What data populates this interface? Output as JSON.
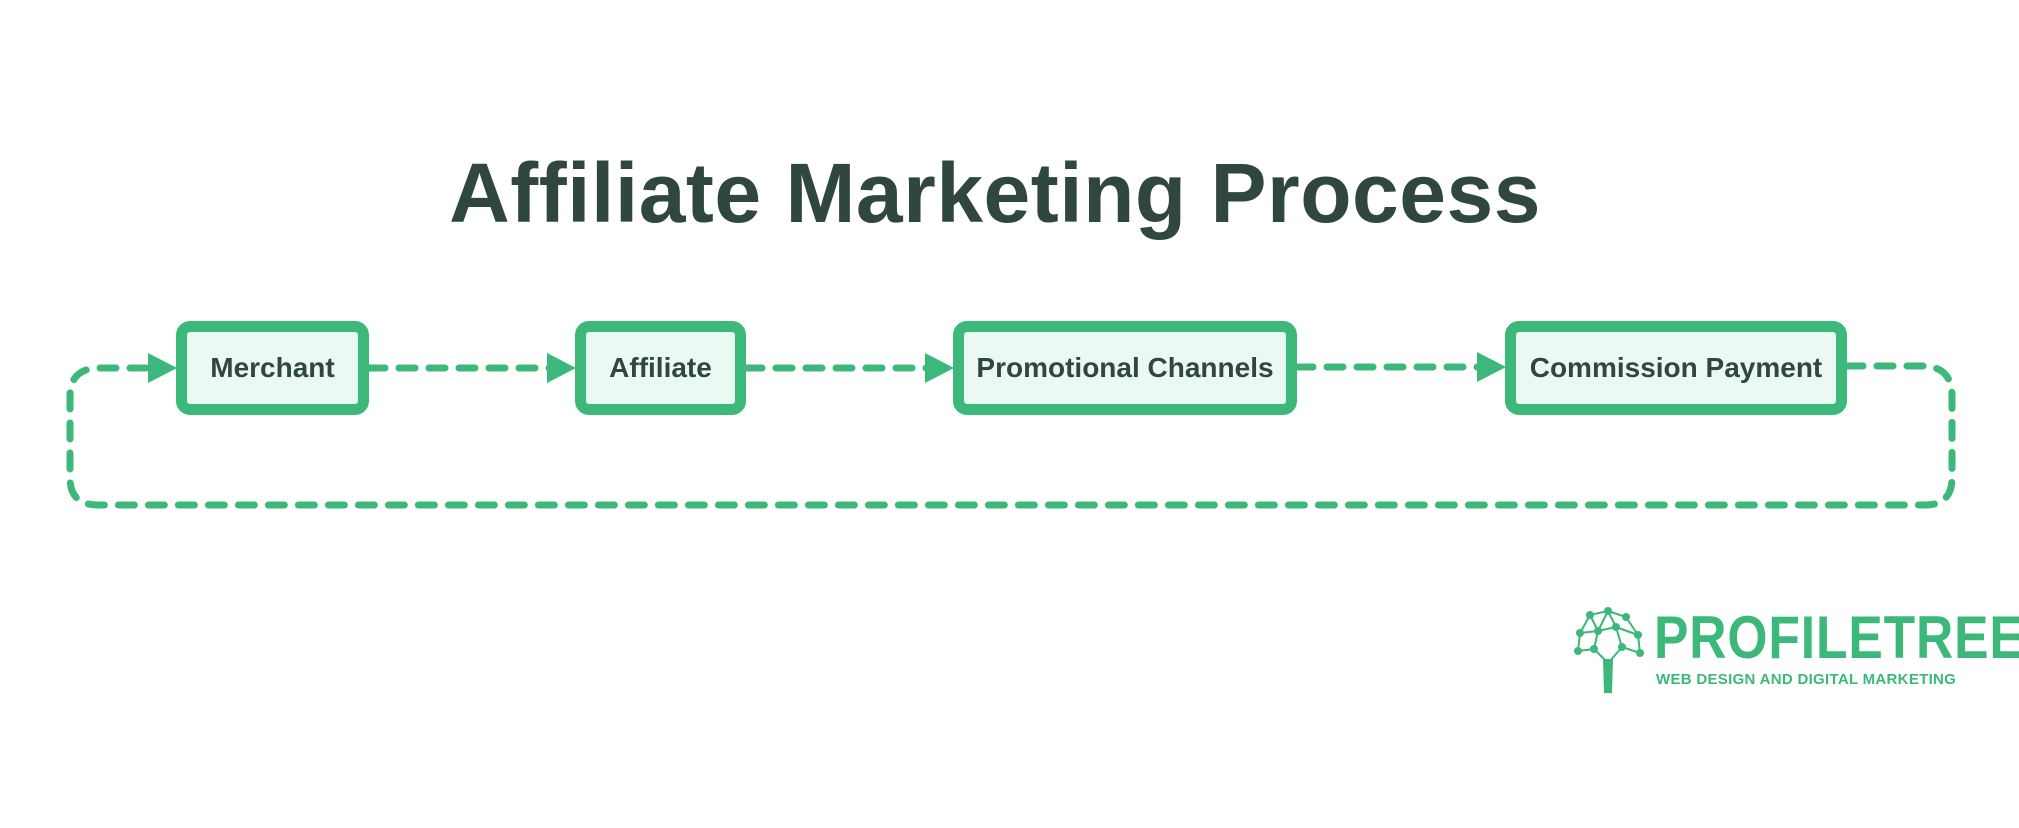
{
  "diagram": {
    "title": "Affiliate Marketing Process",
    "nodes": [
      {
        "id": "merchant",
        "label": "Merchant"
      },
      {
        "id": "affiliate",
        "label": "Affiliate"
      },
      {
        "id": "promo",
        "label": "Promotional Channels"
      },
      {
        "id": "commission",
        "label": "Commission Payment"
      }
    ],
    "edges": [
      {
        "from": "merchant",
        "to": "affiliate"
      },
      {
        "from": "affiliate",
        "to": "promo"
      },
      {
        "from": "promo",
        "to": "commission"
      },
      {
        "from": "commission",
        "to": "merchant"
      }
    ],
    "colors": {
      "accent": "#3cb87a",
      "node_fill": "#eafaf2",
      "text": "#30473d"
    }
  },
  "logo": {
    "wordmark": "PROFILETREE",
    "tagline": "WEB DESIGN AND DIGITAL MARKETING",
    "icon": "tree-network-icon"
  }
}
